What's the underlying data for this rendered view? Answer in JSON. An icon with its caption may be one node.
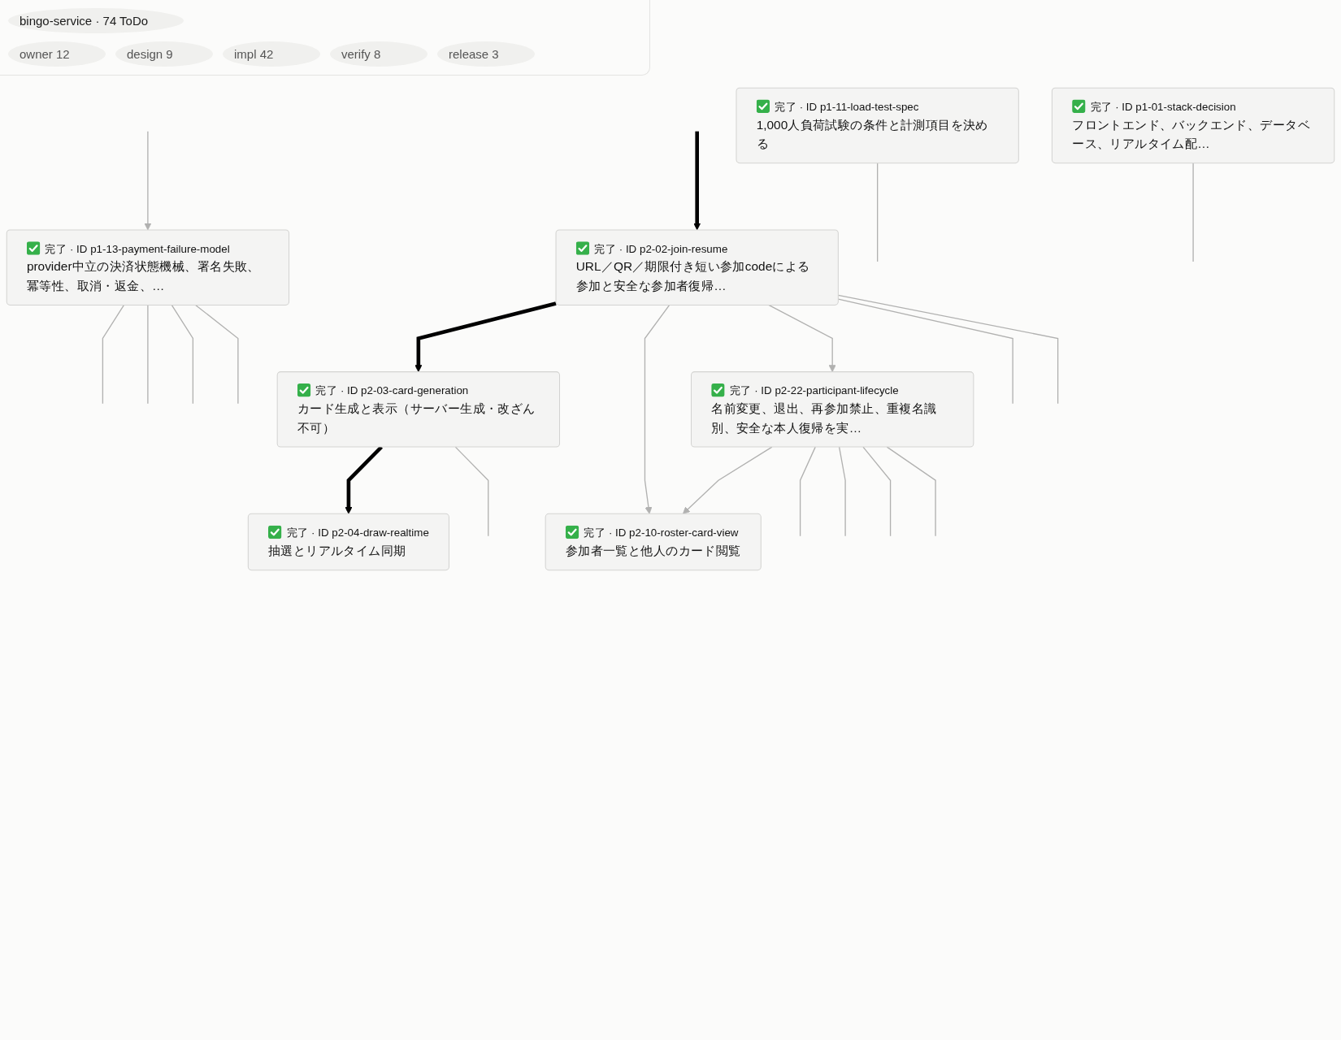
{
  "diagram": {
    "title": "bingo-service · 74 ToDo",
    "nodes": [
      {
        "text": [
          "完了 · ID p1-11-load-test-spec",
          "1,000人負荷試験の条件と計測項目を決める"
        ]
      },
      {
        "text": [
          "完了 · ID p1-01-stack-decision",
          "フロントエンド、バックエンド、データベース、リアルタイム配…"
        ]
      },
      {
        "text": [
          "完了 · ID p1-13-payment-failure-model",
          "provider中立の決済状態機械、署名失敗、冪等性、取消・返金、…"
        ]
      },
      {
        "text": [
          "完了 · ID p2-02-join-resume",
          "URL／QR／期限付き短い参加codeによる参加と安全な参加者復帰…"
        ]
      },
      {
        "text": [
          "完了 · ID p2-03-card-generation",
          "カード生成と表示（サーバー生成・改ざん不可）"
        ]
      },
      {
        "text": [
          "完了 · ID p2-22-participant-lifecycle",
          "名前変更、退出、再参加禁止、重複名識別、安全な本人復帰を実…"
        ]
      },
      {
        "text": [
          "完了 · ID p2-10-roster-card-view",
          "参加者一覧と他人のカード閲覧"
        ]
      },
      {
        "text": [
          "完了 · ID p2-04-draw-realtime",
          "抽選とリアルタイム同期"
        ]
      }
    ],
    "edges": [
      {
        "from": null,
        "to": 2,
        "arrow": "to"
      },
      {
        "from": 0,
        "to": null,
        "arrow": "none"
      },
      {
        "from": 1,
        "to": null,
        "arrow": "none"
      },
      {
        "from": null,
        "to": 3,
        "arrow": "to",
        "style": "thick",
        "color": "#000000"
      },
      {
        "from": 3,
        "to": 4,
        "arrow": "to",
        "style": "thick",
        "color": "#000000"
      },
      {
        "from": 4,
        "to": 7,
        "arrow": "to",
        "style": "thick",
        "color": "#000000"
      },
      {
        "from": 2,
        "to": null,
        "arrow": "none"
      },
      {
        "from": 2,
        "to": null,
        "arrow": "none"
      },
      {
        "from": 2,
        "to": null,
        "arrow": "none"
      },
      {
        "from": 2,
        "to": null,
        "arrow": "none"
      },
      {
        "from": 3,
        "to": 6,
        "arrow": "to"
      },
      {
        "from": 3,
        "to": 5,
        "arrow": "to"
      },
      {
        "from": 3,
        "to": null,
        "arrow": "none"
      },
      {
        "from": 3,
        "to": null,
        "arrow": "none"
      },
      {
        "from": 4,
        "to": null,
        "arrow": "none"
      },
      {
        "from": 5,
        "to": 6,
        "arrow": "to"
      },
      {
        "from": 5,
        "to": null,
        "arrow": "none"
      },
      {
        "from": 5,
        "to": null,
        "arrow": "none"
      },
      {
        "from": 5,
        "to": null,
        "arrow": "none"
      },
      {
        "from": 5,
        "to": null,
        "arrow": "none"
      }
    ],
    "labels": [
      "owner 12",
      "design 9",
      "impl 42",
      "verify 8",
      "release 3"
    ]
  }
}
